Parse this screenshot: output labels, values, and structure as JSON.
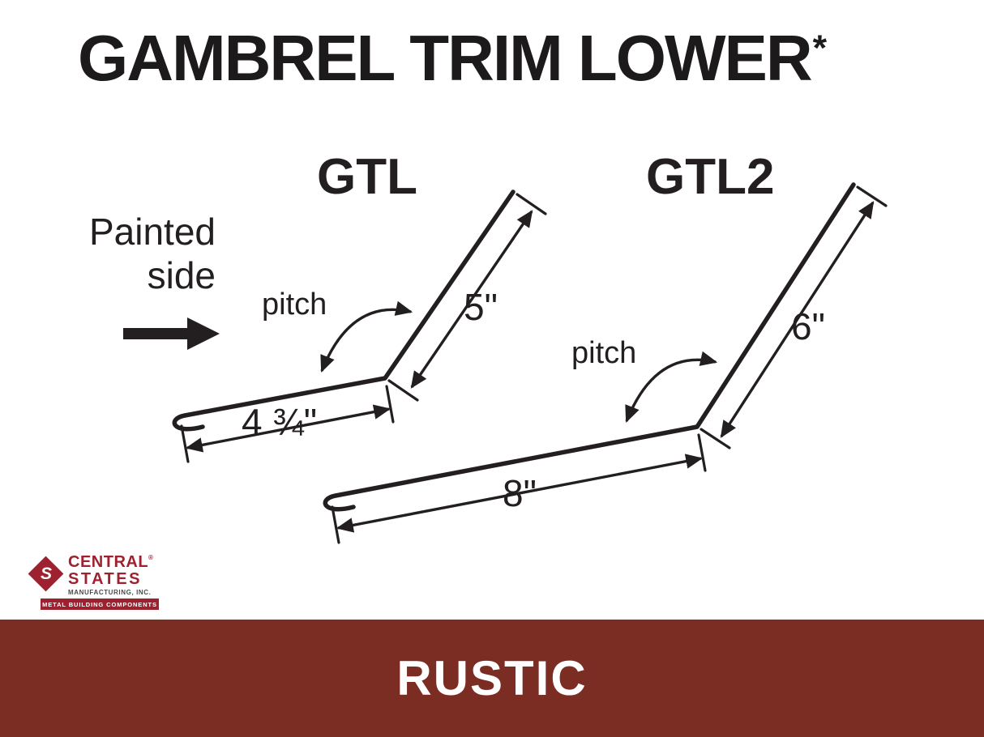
{
  "page": {
    "title": "GAMBREL TRIM LOWER",
    "title_mark": "*",
    "footer_label": "RUSTIC"
  },
  "colors": {
    "line": "#231f20",
    "footer_bg": "#7b2d24",
    "logo_red": "#9e2130"
  },
  "annotations": {
    "painted_line1": "Painted",
    "painted_line2": "side"
  },
  "diagrams": [
    {
      "label": "GTL",
      "pitch": "pitch",
      "upper_dim": "5\"",
      "lower_dim": "4 ¾\""
    },
    {
      "label": "GTL2",
      "pitch": "pitch",
      "upper_dim": "6\"",
      "lower_dim": "8\""
    }
  ],
  "logo": {
    "monogram": "S",
    "line1": "CENTRAL",
    "registered": "®",
    "line2": "STATES",
    "line3": "MANUFACTURING, INC.",
    "tagline": "METAL BUILDING COMPONENTS"
  }
}
